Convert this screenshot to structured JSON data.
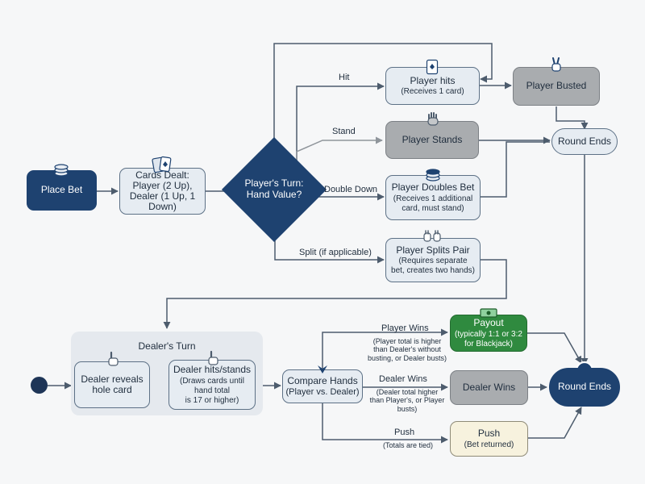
{
  "nodes": {
    "place_bet": "Place Bet",
    "cards_dealt": [
      "Cards Dealt:",
      "Player (2 Up),",
      "Dealer (1 Up, 1 Down)"
    ],
    "players_turn": [
      "Player's Turn:",
      "Hand Value?"
    ],
    "player_hits": {
      "title": "Player hits",
      "sub": "(Receives 1 card)"
    },
    "player_busted": "Player Busted",
    "player_stands": "Player Stands",
    "round_ends_top": "Round Ends",
    "player_doubles": {
      "title": "Player Doubles Bet",
      "sub": [
        "(Receives 1 additional",
        "card, must stand)"
      ]
    },
    "player_splits": {
      "title": "Player Splits Pair",
      "sub": [
        "(Requires separate",
        "bet, creates two hands)"
      ]
    },
    "dealers_turn": "Dealer's Turn",
    "dealer_reveals": [
      "Dealer reveals",
      "hole card"
    ],
    "dealer_hits": {
      "title": "Dealer hits/stands",
      "sub": [
        "(Draws cards until",
        "hand total",
        "is 17 or higher)"
      ]
    },
    "compare_hands": [
      "Compare Hands",
      "(Player vs. Dealer)"
    ],
    "payout": {
      "title": "Payout",
      "sub": [
        "(typically 1:1 or 3:2",
        "for Blackjack)"
      ]
    },
    "dealer_wins": "Dealer Wins",
    "push": {
      "title": "Push",
      "sub": "(Bet returned)"
    },
    "round_ends_bottom": "Round Ends"
  },
  "edges": {
    "hit": "Hit",
    "stand": "Stand",
    "double_down": "Double Down",
    "split": "Split (if applicable)",
    "player_wins": "Player Wins",
    "player_wins_note": [
      "(Player total is higher",
      "than Dealer's without",
      "busting, or Dealer busts)"
    ],
    "dealer_wins": "Dealer Wins",
    "dealer_wins_note": [
      "(Dealer total higher",
      "than Player's, or Player",
      "busts)"
    ],
    "push": "Push",
    "push_note": "(Totals are tied)"
  },
  "icons": [
    "chips-icon",
    "cards-icon",
    "card-icon",
    "peace-hand-icon",
    "stop-hand-icon",
    "chip-stack-icon",
    "split-hands-icon",
    "pointing-hand-icon",
    "pointing-hand-icon",
    "cash-icon"
  ],
  "colors": {
    "navy": "#1e4270",
    "win": "#2f8a3f",
    "neutral": "#a9acaf",
    "push": "#f7f2de",
    "line": "#4d5c6d"
  }
}
